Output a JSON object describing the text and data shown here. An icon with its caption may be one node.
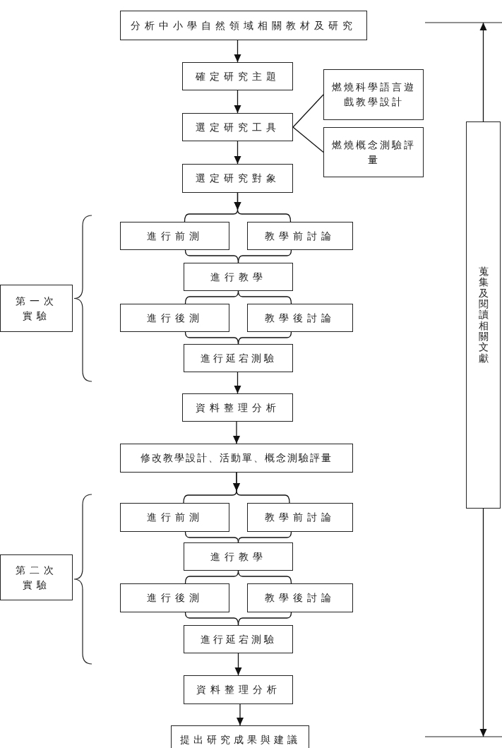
{
  "diagram": {
    "nodes": [
      {
        "text": [
          "分析中小學自然領域相關教材及研究"
        ]
      },
      {
        "text": [
          "確定研究主題"
        ]
      },
      {
        "text": [
          "選定研究工具"
        ]
      },
      {
        "text": [
          "燃燒科學語言遊戲教學設計"
        ]
      },
      {
        "text": [
          "燃燒概念測驗評量"
        ]
      },
      {
        "text": [
          "選定研究對象"
        ]
      },
      {
        "text": [
          "進行前測"
        ]
      },
      {
        "text": [
          "教學前討論"
        ]
      },
      {
        "text": [
          "進行教學"
        ]
      },
      {
        "text": [
          "進行後測"
        ]
      },
      {
        "text": [
          "教學後討論"
        ]
      },
      {
        "text": [
          "進行延宕測驗"
        ]
      },
      {
        "text": [
          "第一次實驗"
        ]
      },
      {
        "text": [
          "資料整理分析"
        ]
      },
      {
        "text": [
          "修改教學設計、活動單、概念測驗評量"
        ]
      },
      {
        "text": [
          "進行前測"
        ]
      },
      {
        "text": [
          "教學前討論"
        ]
      },
      {
        "text": [
          "進行教學"
        ]
      },
      {
        "text": [
          "進行後測"
        ]
      },
      {
        "text": [
          "教學後討論"
        ]
      },
      {
        "text": [
          "進行延宕測驗"
        ]
      },
      {
        "text": [
          "第二次實驗"
        ]
      },
      {
        "text": [
          "資料整理分析"
        ]
      },
      {
        "text": [
          "提出研究成果與建議"
        ]
      },
      {
        "text": [
          "蒐集及閱讀相關文獻"
        ]
      }
    ],
    "edges": [
      {
        "from": 0,
        "to": 1,
        "arrow": "to"
      },
      {
        "from": 1,
        "to": 2,
        "arrow": "to"
      },
      {
        "from": 2,
        "to": 3,
        "arrow": "none"
      },
      {
        "from": 2,
        "to": 4,
        "arrow": "none"
      },
      {
        "from": 2,
        "to": 5,
        "arrow": "to"
      },
      {
        "from": 5,
        "to": 6,
        "arrow": "to"
      },
      {
        "from": 5,
        "to": 7,
        "arrow": "to"
      },
      {
        "from": 6,
        "to": 8,
        "arrow": "none"
      },
      {
        "from": 7,
        "to": 8,
        "arrow": "none"
      },
      {
        "from": 8,
        "to": 9,
        "arrow": "none"
      },
      {
        "from": 8,
        "to": 10,
        "arrow": "none"
      },
      {
        "from": 9,
        "to": 11,
        "arrow": "none"
      },
      {
        "from": 10,
        "to": 11,
        "arrow": "none"
      },
      {
        "from": 11,
        "to": 13,
        "arrow": "to"
      },
      {
        "from": 13,
        "to": 14,
        "arrow": "to"
      },
      {
        "from": 14,
        "to": 15,
        "arrow": "to"
      },
      {
        "from": 14,
        "to": 16,
        "arrow": "to"
      },
      {
        "from": 15,
        "to": 17,
        "arrow": "none"
      },
      {
        "from": 16,
        "to": 17,
        "arrow": "none"
      },
      {
        "from": 17,
        "to": 18,
        "arrow": "none"
      },
      {
        "from": 17,
        "to": 19,
        "arrow": "none"
      },
      {
        "from": 18,
        "to": 20,
        "arrow": "none"
      },
      {
        "from": 19,
        "to": 20,
        "arrow": "none"
      },
      {
        "from": 20,
        "to": 22,
        "arrow": "to"
      },
      {
        "from": 22,
        "to": 23,
        "arrow": "to"
      },
      {
        "from": 24,
        "to": null,
        "arrow": "to"
      },
      {
        "from": 24,
        "to": null,
        "arrow": "to"
      }
    ]
  }
}
